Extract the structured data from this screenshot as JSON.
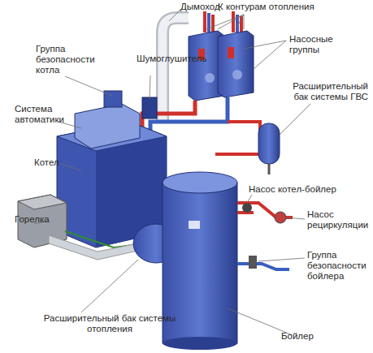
{
  "diagram": {
    "labels": [
      "Дымоход",
      "К контурам отопления",
      "Группа безопасности котла",
      "Шумоглушитель",
      "Насосные группы",
      "Система автоматики",
      "Расширительный бак системы ГВС",
      "Котел",
      "Насос котел-бойлер",
      "Насос рециркуляции",
      "Горелка",
      "Группа безопасности бойлера",
      "Расширительный бак системы отопления",
      "Бойлер"
    ]
  }
}
